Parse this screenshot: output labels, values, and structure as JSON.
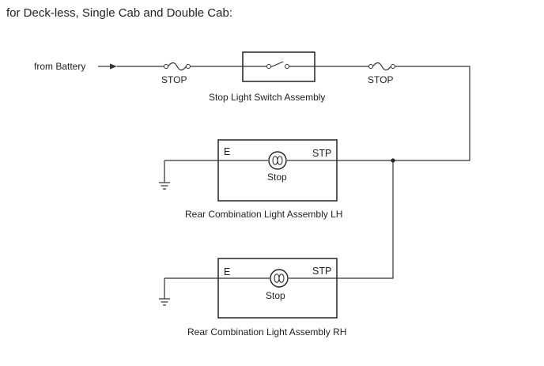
{
  "header": {
    "text": "for Deck-less, Single Cab and Double Cab:"
  },
  "diagram": {
    "source_label": "from Battery",
    "fuse_left_label": "STOP",
    "fuse_right_label": "STOP",
    "switch_label": "Stop Light Switch Assembly",
    "lamp_lh": {
      "ground_pin": "E",
      "signal_pin": "STP",
      "bulb_label": "Stop",
      "assembly_label": "Rear Combination Light Assembly LH"
    },
    "lamp_rh": {
      "ground_pin": "E",
      "signal_pin": "STP",
      "bulb_label": "Stop",
      "assembly_label": "Rear Combination Light Assembly RH"
    }
  }
}
